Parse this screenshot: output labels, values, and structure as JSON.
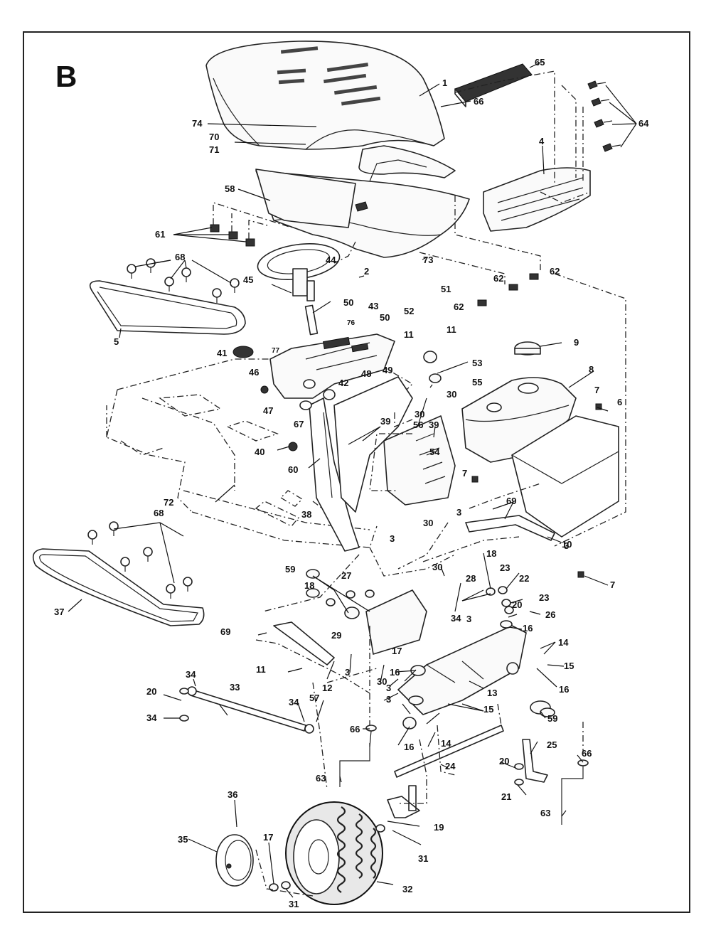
{
  "sheet": {
    "letter": "B"
  },
  "callouts": [
    "1",
    "2",
    "3",
    "4",
    "5",
    "6",
    "7",
    "8",
    "9",
    "10",
    "11",
    "12",
    "13",
    "14",
    "15",
    "16",
    "17",
    "18",
    "19",
    "20",
    "21",
    "22",
    "23",
    "24",
    "25",
    "26",
    "27",
    "28",
    "29",
    "30",
    "31",
    "32",
    "33",
    "34",
    "35",
    "36",
    "37",
    "38",
    "39",
    "40",
    "41",
    "42",
    "43",
    "44",
    "45",
    "46",
    "47",
    "48",
    "49",
    "50",
    "51",
    "52",
    "53",
    "54",
    "55",
    "56",
    "57",
    "58",
    "59",
    "60",
    "61",
    "62",
    "63",
    "64",
    "65",
    "66",
    "67",
    "68",
    "69",
    "70",
    "71",
    "72",
    "73",
    "74",
    "76",
    "77"
  ]
}
